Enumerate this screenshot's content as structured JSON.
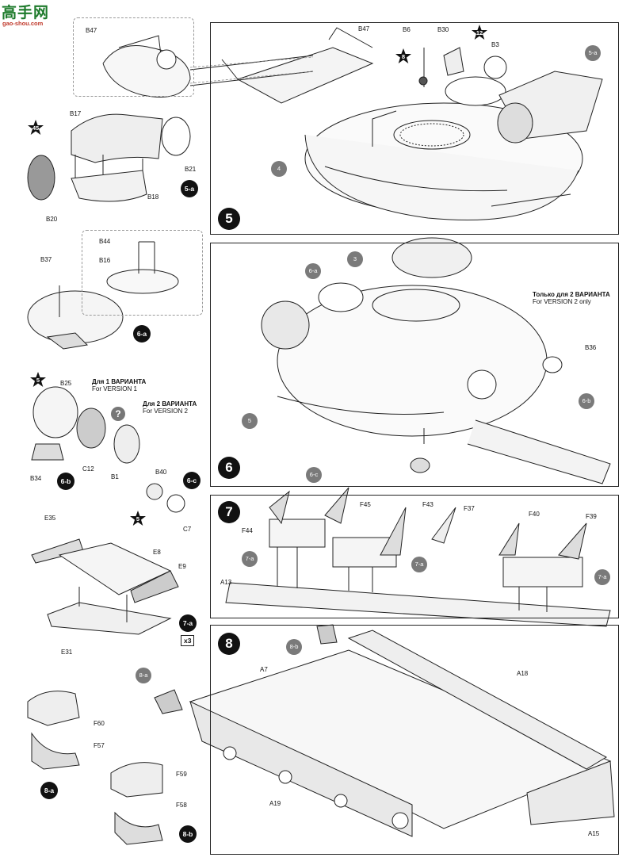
{
  "watermark": {
    "site": "高手网",
    "url": "gao-shou.com"
  },
  "steps": {
    "s5": "5",
    "s6": "6",
    "s7": "7",
    "s8": "8"
  },
  "subassemblies": {
    "a5": "5-a",
    "a6": "6-a",
    "b6": "6-b",
    "c6": "6-c",
    "a7": "7-a",
    "a8": "8-a",
    "b8": "8-b"
  },
  "callouts": {
    "c5a": "5-a",
    "c4": "4",
    "c6a": "6-a",
    "c3": "3",
    "c5": "5",
    "c6b": "6-b",
    "c6c": "6-c",
    "c7a1": "7-a",
    "c7a2": "7-a",
    "c7a3": "7-a",
    "c8a": "8-a",
    "c8b": "8-b"
  },
  "stars": {
    "s8": "8",
    "s12": "12",
    "s45": "45",
    "s5a": "5",
    "s5b": "5"
  },
  "multiplier": "x3",
  "versions": {
    "v1_ru": "Для 1 ВАРИАНТА",
    "v1_en": "For VERSION 1",
    "v2_ru": "Для 2 ВАРИАНТА",
    "v2_en": "For VERSION 2",
    "v2only_ru": "Только для 2 ВАРИАНТА",
    "v2only_en": "For VERSION 2 only"
  },
  "parts": {
    "B47a": "B47",
    "B47b": "B47",
    "B6": "B6",
    "B30": "B30",
    "B3": "B3",
    "B17": "B17",
    "B21": "B21",
    "B18": "B18",
    "B20": "B20",
    "B44": "B44",
    "B16": "B16",
    "B37": "B37",
    "B36": "B36",
    "B25": "B25",
    "C12": "C12",
    "B1": "B1",
    "B34": "B34",
    "B40": "B40",
    "C7": "C7",
    "E35": "E35",
    "E8": "E8",
    "E9": "E9",
    "E31": "E31",
    "F44": "F44",
    "F45": "F45",
    "F43": "F43",
    "F37": "F37",
    "F40": "F40",
    "F39": "F39",
    "A13": "A13",
    "A7": "A7",
    "A18": "A18",
    "A19": "A19",
    "A15": "A15",
    "F60": "F60",
    "F57": "F57",
    "F59": "F59",
    "F58": "F58"
  },
  "colors": {
    "ink": "#111111",
    "callout": "#7a7a7a",
    "logo_green": "#1d7a2b",
    "logo_red": "#c0392b"
  }
}
